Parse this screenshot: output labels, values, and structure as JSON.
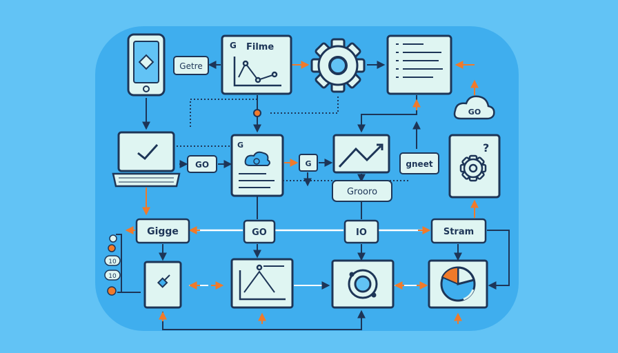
{
  "colors": {
    "background": "#62c3f5",
    "panel": "#3faeee",
    "node_fill": "#dff5f2",
    "stroke": "#1d3557",
    "accent_orange": "#f07a2a",
    "accent_blue": "#2f7fd6"
  },
  "labels": {
    "getre": "Getre",
    "film_g": "G",
    "film_title": "Filme",
    "go_cloud": "GO",
    "go_left": "GO",
    "doc_g": "G",
    "small_g": "G",
    "gneet": "gneet",
    "grooro": "Grooro",
    "gigge": "Gigge",
    "go_mid": "GO",
    "io": "IO",
    "stram": "Stram",
    "side_10a": "10",
    "side_10b": "10",
    "q_mark": "?"
  }
}
